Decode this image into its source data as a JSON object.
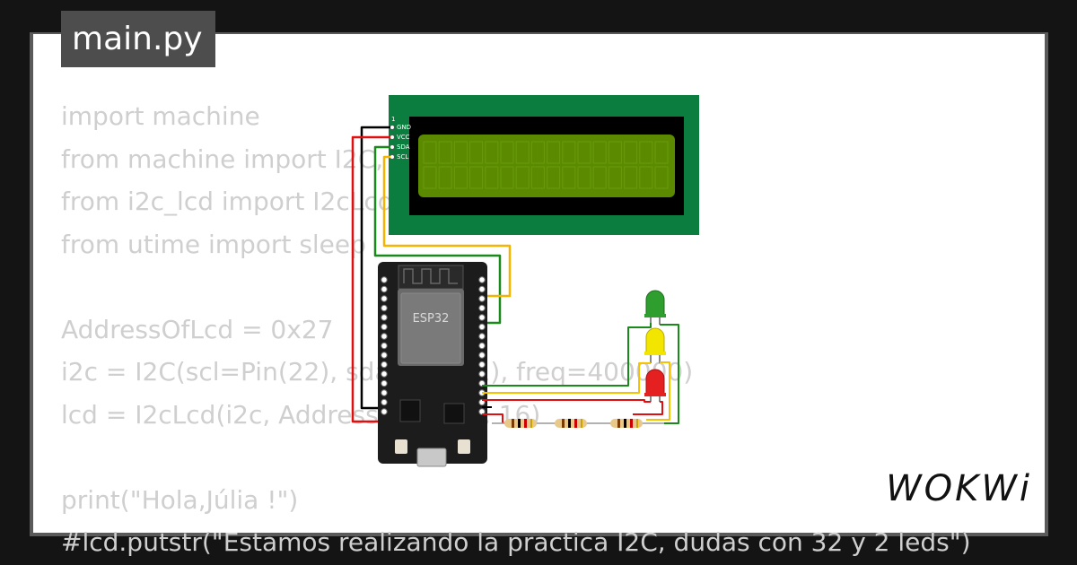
{
  "file_tab": {
    "label": "main.py"
  },
  "code": {
    "lines": [
      "import machine",
      "from machine import I2C, Pin",
      "from i2c_lcd import I2cLcd",
      "from utime import sleep",
      "",
      "AddressOfLcd = 0x27",
      "i2c = I2C(scl=Pin(22), sda=Pin(21), freq=400000)",
      "lcd = I2cLcd(i2c, AddressOfLcd, 2, 16)",
      "",
      "print(\"Hola,Júlia !\")",
      "#lcd.putstr(\"Estamos realizando la practica I2C, dudas con 32 y 2 leds\")"
    ]
  },
  "lcd": {
    "pin_labels": [
      "1",
      "GND",
      "VCC",
      "SDA",
      "SCL"
    ],
    "colors": {
      "board": "#0b7d3e",
      "bezel": "#000000",
      "screen": "#5b8a00"
    }
  },
  "esp32": {
    "chip_label": "ESP32",
    "board_color": "#1c1c1c"
  },
  "leds": [
    {
      "color": "green",
      "hex": "#2e9e2e"
    },
    {
      "color": "yellow",
      "hex": "#f2e600"
    },
    {
      "color": "red",
      "hex": "#e52020"
    }
  ],
  "wire_colors": {
    "black": "#000000",
    "red": "#e01010",
    "green": "#1a8a1a",
    "yellow": "#f4b400",
    "gold": "#f4c400"
  },
  "brand": {
    "name": "WOKWi"
  }
}
